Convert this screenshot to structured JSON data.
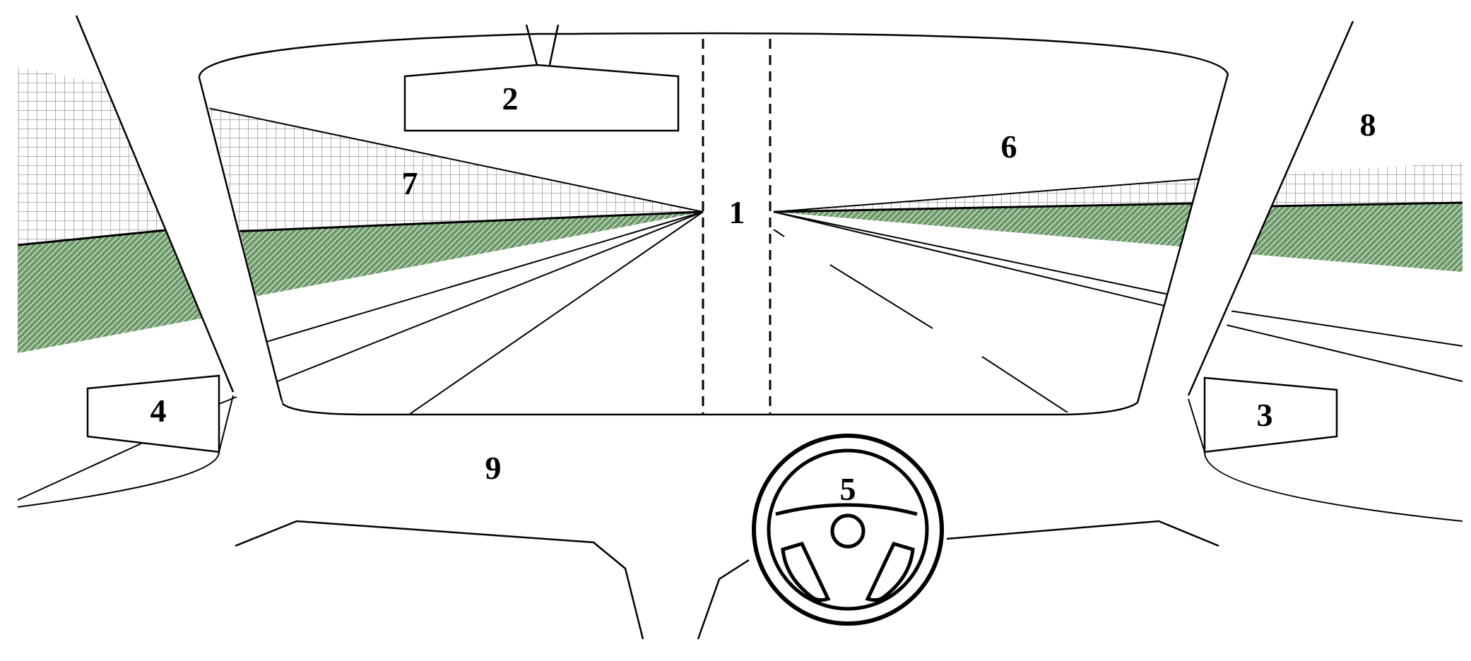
{
  "diagram": {
    "description_labels": {
      "center_road": "1",
      "rearview_mirror": "2",
      "right_side_mirror": "3",
      "left_side_mirror": "4",
      "steering_wheel": "5",
      "right_windshield": "6",
      "left_windshield": "7",
      "right_window": "8",
      "dashboard": "9"
    },
    "colors": {
      "line": "#000000",
      "grass": "#6e9a6a",
      "grid": "#8a8a8a",
      "background": "#ffffff"
    }
  }
}
